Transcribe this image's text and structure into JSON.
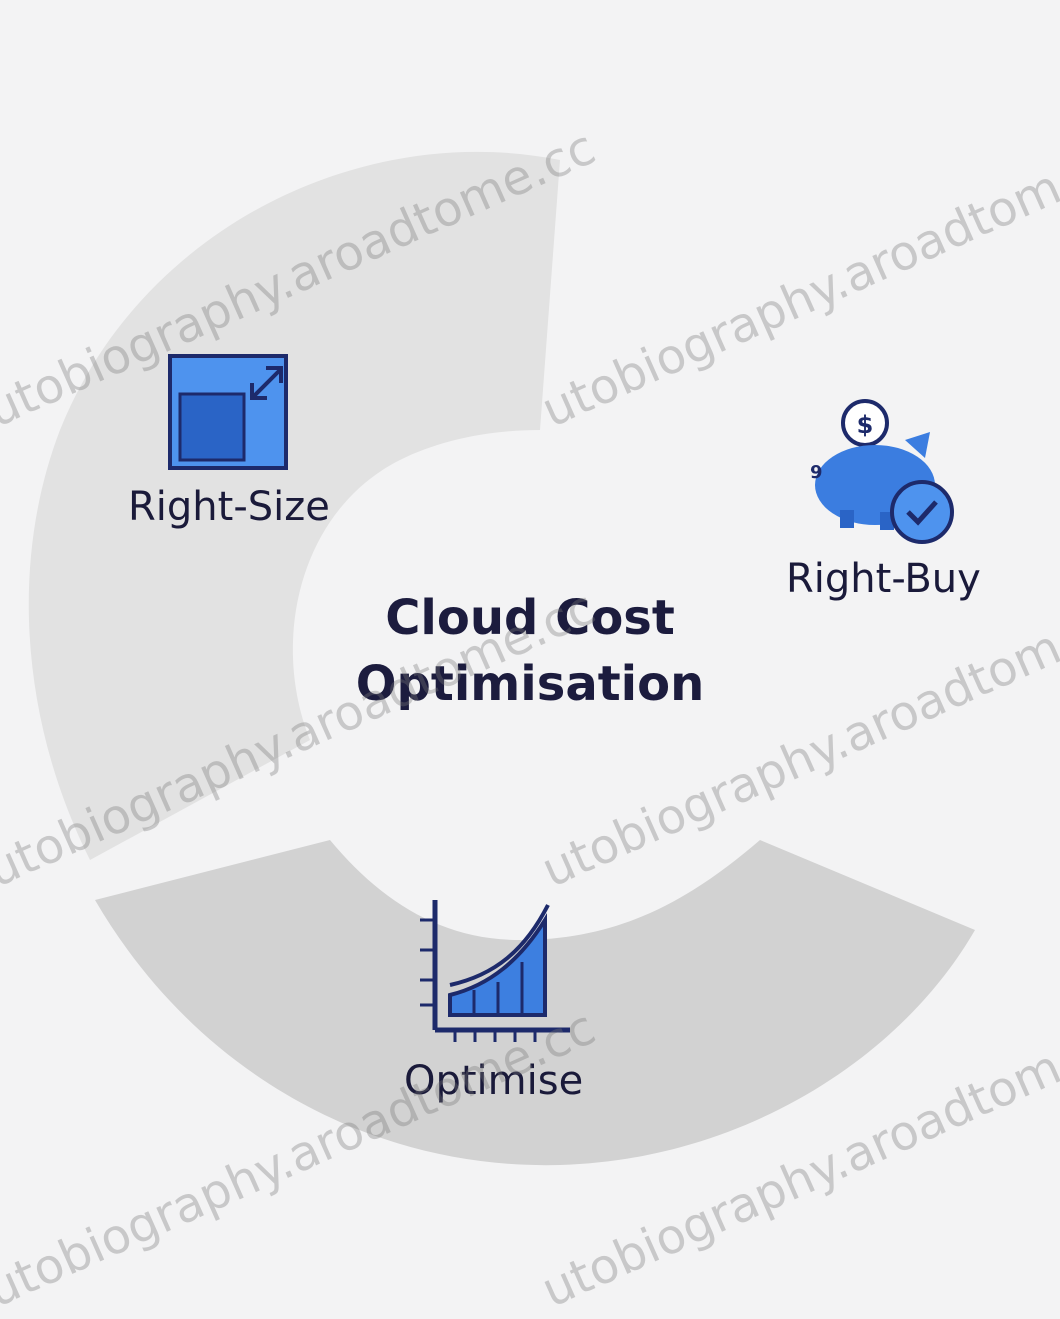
{
  "diagram": {
    "center_title": [
      "Cloud Cost",
      "Optimisation"
    ],
    "segments": [
      {
        "label": "Right-Size",
        "icon": "resize-icon"
      },
      {
        "label": "Right-Buy",
        "icon": "piggy-bank-icon"
      },
      {
        "label": "Optimise",
        "icon": "growth-chart-icon"
      }
    ],
    "colors": {
      "background": "#f3f3f4",
      "ring_light": "#e2e2e2",
      "ring_dark": "#d2d2d2",
      "icon_blue": "#3d7fe0",
      "icon_dark": "#1d2a6b",
      "text": "#1c1c3e"
    }
  },
  "watermark": {
    "text": "utobiography.aroadtome.cc"
  }
}
